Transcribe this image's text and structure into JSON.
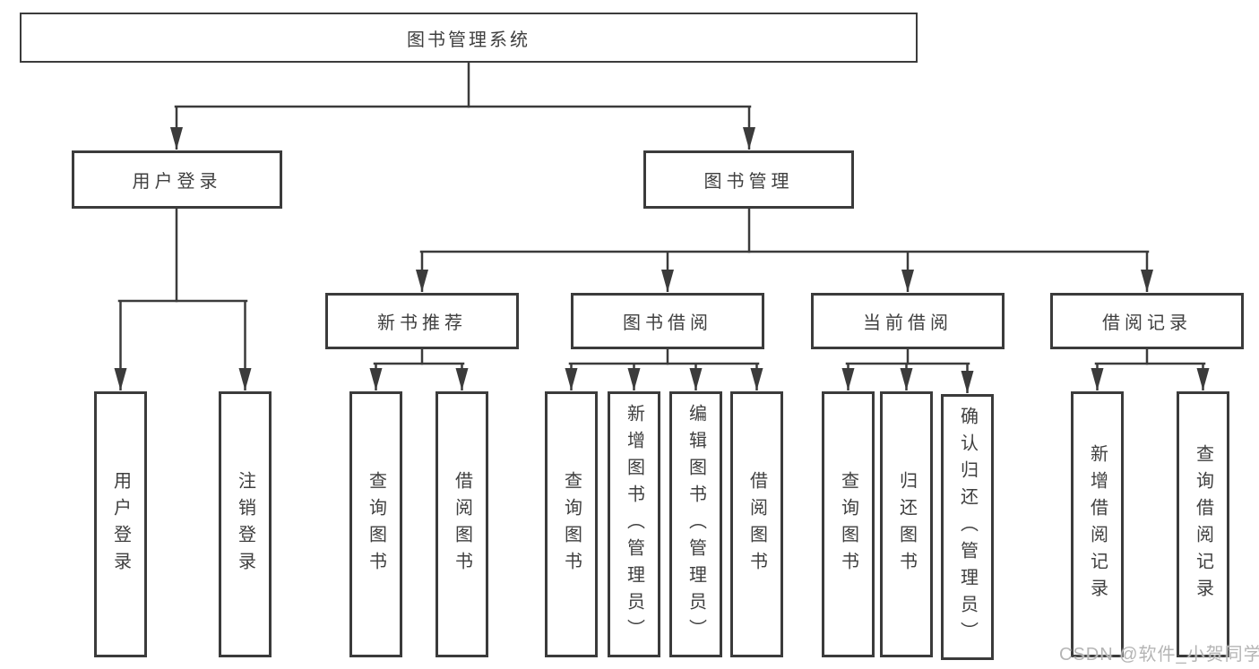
{
  "tree": {
    "label": "图书管理系统",
    "children": [
      {
        "label": "用户登录",
        "children": [
          {
            "label": "用户登录"
          },
          {
            "label": "注销登录"
          }
        ]
      },
      {
        "label": "图书管理",
        "children": [
          {
            "label": "新书推荐",
            "children": [
              {
                "label": "查询图书"
              },
              {
                "label": "借阅图书"
              }
            ]
          },
          {
            "label": "图书借阅",
            "children": [
              {
                "label": "查询图书"
              },
              {
                "label": "新增图书（管理员）"
              },
              {
                "label": "编辑图书（管理员）"
              },
              {
                "label": "借阅图书"
              }
            ]
          },
          {
            "label": "当前借阅",
            "children": [
              {
                "label": "查询图书"
              },
              {
                "label": "归还图书"
              },
              {
                "label": "确认归还（管理员）"
              }
            ]
          },
          {
            "label": "借阅记录",
            "children": [
              {
                "label": "新增借阅记录"
              },
              {
                "label": "查询借阅记录"
              }
            ]
          }
        ]
      }
    ]
  },
  "watermark": {
    "text": "CSDN @软件_小贺同学"
  },
  "colors": {
    "line": "#3b3b3b",
    "box_border": "#3b3b3b",
    "text": "#3f3f3f",
    "watermark": "#b5b5b5",
    "background": "#ffffff"
  }
}
